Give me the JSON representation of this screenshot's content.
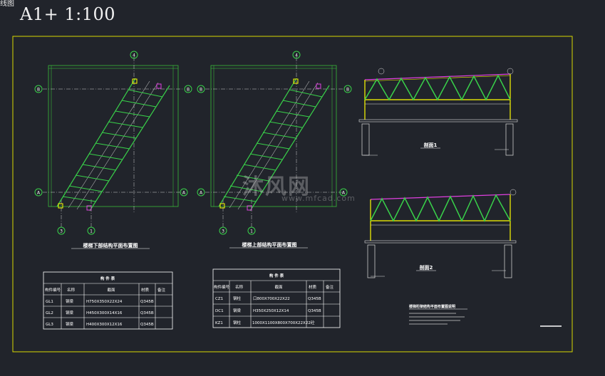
{
  "tab_label": "线图",
  "title": "A1+ 1:100",
  "watermark": {
    "brand": "沐风网",
    "url": "www.mfcad.com"
  },
  "plan1": {
    "caption": "楼梯下部结构平面布置图"
  },
  "plan2": {
    "caption": "楼梯上部结构平面布置图"
  },
  "elevation1": {
    "caption": "剖面1"
  },
  "elevation2": {
    "caption": "剖面2"
  },
  "notes_title": "楼梯桁架结构平面布置图说明",
  "table1": {
    "title": "构 件 表",
    "headers": [
      "构件编号",
      "名称",
      "截面",
      "材质",
      "备注"
    ],
    "rows": [
      [
        "GL1",
        "钢梁",
        "H750X350X22X24",
        "Q345B",
        ""
      ],
      [
        "GL2",
        "钢梁",
        "H450X300X14X16",
        "Q345B",
        ""
      ],
      [
        "GL3",
        "钢梁",
        "H400X300X12X16",
        "Q345B",
        ""
      ]
    ]
  },
  "table2": {
    "title": "构 件 表",
    "headers": [
      "构件编号",
      "名称",
      "截面",
      "材质",
      "备注"
    ],
    "rows": [
      [
        "CZ1",
        "钢柱",
        "口800X700X22X22",
        "Q345B",
        ""
      ],
      [
        "DC1",
        "钢梁",
        "H350X250X12X14",
        "Q345B",
        ""
      ],
      [
        "KZ1",
        "钢柱",
        "1000X1100X800X700X22X22",
        "砼",
        ""
      ]
    ]
  },
  "axis_labels": {
    "top": "4",
    "left_top": "B",
    "left_bottom": "A",
    "bottom_left": "3",
    "bottom_right": "1"
  },
  "colors": {
    "background": "#21242b",
    "frame": "#d8d800",
    "grid": "#e0e0e0",
    "member": "#39d24a",
    "dim": "#3ccf3c",
    "highlight": "#ffff00",
    "axis_bubble": "#39d24a",
    "magenta": "#e040e0"
  }
}
